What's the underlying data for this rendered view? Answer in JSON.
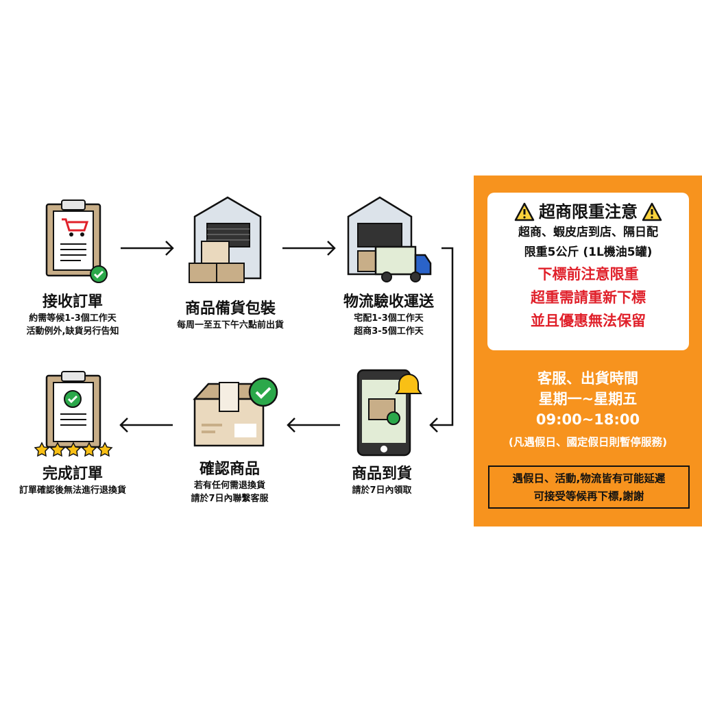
{
  "steps": [
    {
      "title": "接收訂單",
      "lines": [
        "約需等候1-3個工作天",
        "活動例外,缺貨另行告知"
      ]
    },
    {
      "title": "商品備貨包裝",
      "lines": [
        "每周一至五下午六點前出貨"
      ]
    },
    {
      "title": "物流驗收運送",
      "lines": [
        "宅配1-3個工作天",
        "超商3-5個工作天"
      ]
    },
    {
      "title": "商品到貨",
      "lines": [
        "請於7日內領取"
      ]
    },
    {
      "title": "確認商品",
      "lines": [
        "若有任何需退換貨",
        "請於7日內聯繫客服"
      ]
    },
    {
      "title": "完成訂單",
      "lines": [
        "訂單確認後無法進行退換貨"
      ]
    }
  ],
  "panel": {
    "warning_title": "超商限重注意",
    "info": [
      "超商、蝦皮店到店、隔日配",
      "限重5公斤 (1L機油5罐)"
    ],
    "red": [
      "下標前注意限重",
      "超重需請重新下標",
      "並且優惠無法保留"
    ],
    "hours": [
      "客服、出貨時間",
      "星期一~星期五",
      "09:00~18:00"
    ],
    "holiday": "(凡遇假日、國定假日則暫停服務)",
    "note": [
      "遇假日、活動,物流皆有可能延遲",
      "可接受等候再下標,謝謝"
    ]
  },
  "colors": {
    "accent": "#F7931E",
    "red": "#E0202A",
    "check": "#2BA84A"
  }
}
